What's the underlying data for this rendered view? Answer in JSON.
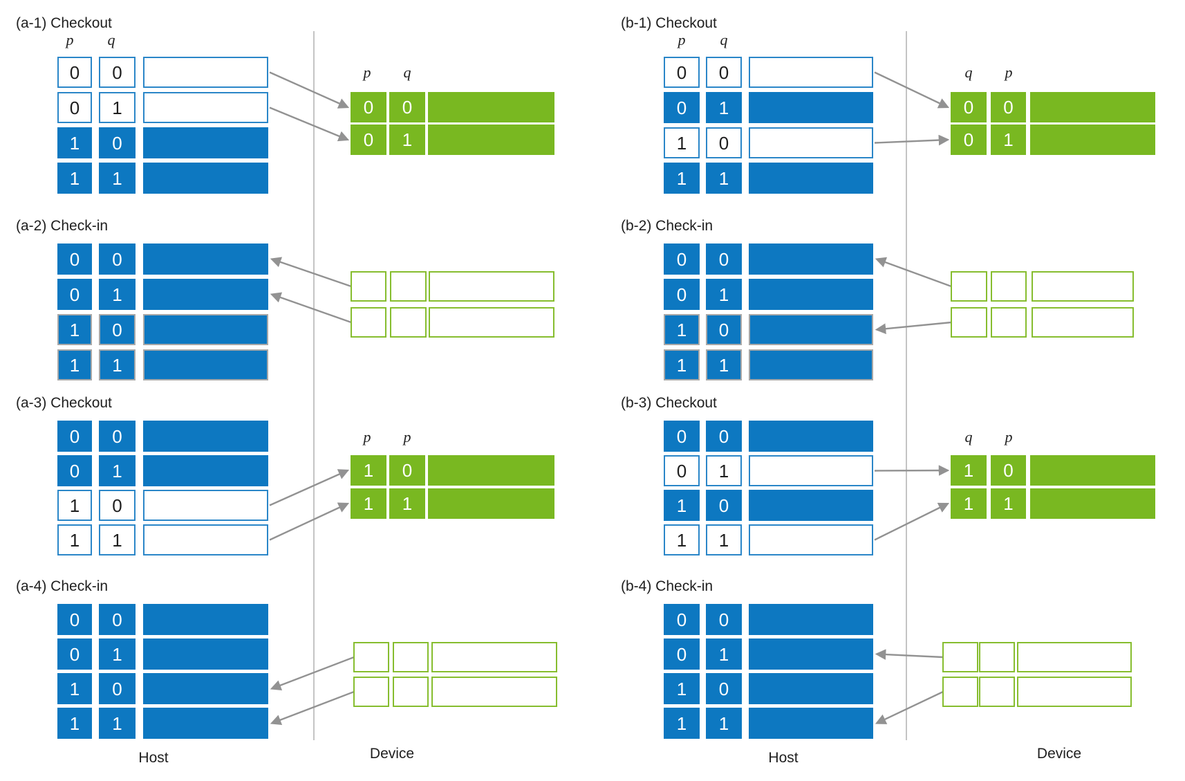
{
  "figure": {
    "bottom_labels": {
      "host_a": "Host",
      "device_a": "Device",
      "host_b": "Host",
      "device_b": "Device"
    },
    "colors": {
      "host_resident_blue": "#0d78c1",
      "checked_out_border_blue": "#2a86c8",
      "device_green": "#79b821",
      "device_empty_outline_green": "#86bd2e",
      "stale_gray_border": "#a8a8a8",
      "arrow_gray": "#929292",
      "divider_gray": "#ababab",
      "text": "#1f1f1f"
    },
    "panels": [
      {
        "id": "a-1",
        "column": "a",
        "slot": 1,
        "title": "(a-1) Checkout",
        "host": {
          "headers": [
            "p",
            "q"
          ],
          "rows": [
            {
              "bits": [
                "0",
                "0"
              ],
              "state": "checked-out"
            },
            {
              "bits": [
                "0",
                "1"
              ],
              "state": "checked-out"
            },
            {
              "bits": [
                "1",
                "0"
              ],
              "state": "resident"
            },
            {
              "bits": [
                "1",
                "1"
              ],
              "state": "resident"
            }
          ]
        },
        "device": {
          "kind": "filled",
          "headers": [
            "p",
            "q"
          ],
          "rows": [
            [
              "0",
              "0"
            ],
            [
              "0",
              "1"
            ]
          ]
        },
        "arrows": {
          "direction": "to-device",
          "pairs": [
            [
              0,
              0
            ],
            [
              1,
              1
            ]
          ]
        }
      },
      {
        "id": "a-2",
        "column": "a",
        "slot": 2,
        "title": "(a-2) Check-in",
        "host": {
          "headers": [],
          "rows": [
            {
              "bits": [
                "0",
                "0"
              ],
              "state": "resident"
            },
            {
              "bits": [
                "0",
                "1"
              ],
              "state": "resident"
            },
            {
              "bits": [
                "1",
                "0"
              ],
              "state": "resident-gray"
            },
            {
              "bits": [
                "1",
                "1"
              ],
              "state": "resident-gray"
            }
          ]
        },
        "device": {
          "kind": "empty",
          "rows": 2
        },
        "arrows": {
          "direction": "to-host",
          "pairs": [
            [
              0,
              0
            ],
            [
              1,
              1
            ]
          ]
        }
      },
      {
        "id": "a-3",
        "column": "a",
        "slot": 3,
        "title": "(a-3) Checkout",
        "host": {
          "headers": [],
          "rows": [
            {
              "bits": [
                "0",
                "0"
              ],
              "state": "resident"
            },
            {
              "bits": [
                "0",
                "1"
              ],
              "state": "resident"
            },
            {
              "bits": [
                "1",
                "0"
              ],
              "state": "checked-out"
            },
            {
              "bits": [
                "1",
                "1"
              ],
              "state": "checked-out"
            }
          ]
        },
        "device": {
          "kind": "filled",
          "headers": [
            "p",
            "p"
          ],
          "rows": [
            [
              "1",
              "0"
            ],
            [
              "1",
              "1"
            ]
          ]
        },
        "arrows": {
          "direction": "to-device",
          "pairs": [
            [
              2,
              0
            ],
            [
              3,
              1
            ]
          ]
        }
      },
      {
        "id": "a-4",
        "column": "a",
        "slot": 4,
        "title": "(a-4) Check-in",
        "host": {
          "headers": [],
          "rows": [
            {
              "bits": [
                "0",
                "0"
              ],
              "state": "resident"
            },
            {
              "bits": [
                "0",
                "1"
              ],
              "state": "resident"
            },
            {
              "bits": [
                "1",
                "0"
              ],
              "state": "resident"
            },
            {
              "bits": [
                "1",
                "1"
              ],
              "state": "resident"
            }
          ]
        },
        "device": {
          "kind": "empty",
          "rows": 2
        },
        "arrows": {
          "direction": "to-host",
          "pairs": [
            [
              2,
              0
            ],
            [
              3,
              1
            ]
          ]
        }
      },
      {
        "id": "b-1",
        "column": "b",
        "slot": 1,
        "title": "(b-1) Checkout",
        "host": {
          "headers": [
            "p",
            "q"
          ],
          "rows": [
            {
              "bits": [
                "0",
                "0"
              ],
              "state": "checked-out"
            },
            {
              "bits": [
                "0",
                "1"
              ],
              "state": "resident"
            },
            {
              "bits": [
                "1",
                "0"
              ],
              "state": "checked-out"
            },
            {
              "bits": [
                "1",
                "1"
              ],
              "state": "resident"
            }
          ]
        },
        "device": {
          "kind": "filled",
          "headers": [
            "q",
            "p"
          ],
          "rows": [
            [
              "0",
              "0"
            ],
            [
              "0",
              "1"
            ]
          ]
        },
        "arrows": {
          "direction": "to-device",
          "pairs": [
            [
              0,
              0
            ],
            [
              2,
              1
            ]
          ]
        }
      },
      {
        "id": "b-2",
        "column": "b",
        "slot": 2,
        "title": "(b-2) Check-in",
        "host": {
          "headers": [],
          "rows": [
            {
              "bits": [
                "0",
                "0"
              ],
              "state": "resident"
            },
            {
              "bits": [
                "0",
                "1"
              ],
              "state": "resident"
            },
            {
              "bits": [
                "1",
                "0"
              ],
              "state": "resident-gray"
            },
            {
              "bits": [
                "1",
                "1"
              ],
              "state": "resident-gray"
            }
          ]
        },
        "device": {
          "kind": "empty",
          "rows": 2
        },
        "arrows": {
          "direction": "to-host",
          "pairs": [
            [
              0,
              0
            ],
            [
              2,
              1
            ]
          ]
        }
      },
      {
        "id": "b-3",
        "column": "b",
        "slot": 3,
        "title": "(b-3) Checkout",
        "host": {
          "headers": [],
          "rows": [
            {
              "bits": [
                "0",
                "0"
              ],
              "state": "resident"
            },
            {
              "bits": [
                "0",
                "1"
              ],
              "state": "checked-out"
            },
            {
              "bits": [
                "1",
                "0"
              ],
              "state": "resident"
            },
            {
              "bits": [
                "1",
                "1"
              ],
              "state": "checked-out"
            }
          ]
        },
        "device": {
          "kind": "filled",
          "headers": [
            "q",
            "p"
          ],
          "rows": [
            [
              "1",
              "0"
            ],
            [
              "1",
              "1"
            ]
          ]
        },
        "arrows": {
          "direction": "to-device",
          "pairs": [
            [
              1,
              0
            ],
            [
              3,
              1
            ]
          ]
        }
      },
      {
        "id": "b-4",
        "column": "b",
        "slot": 4,
        "title": "(b-4) Check-in",
        "host": {
          "headers": [],
          "rows": [
            {
              "bits": [
                "0",
                "0"
              ],
              "state": "resident"
            },
            {
              "bits": [
                "0",
                "1"
              ],
              "state": "resident"
            },
            {
              "bits": [
                "1",
                "0"
              ],
              "state": "resident"
            },
            {
              "bits": [
                "1",
                "1"
              ],
              "state": "resident"
            }
          ]
        },
        "device": {
          "kind": "empty",
          "rows": 2
        },
        "arrows": {
          "direction": "to-host",
          "pairs": [
            [
              1,
              0
            ],
            [
              3,
              1
            ]
          ]
        }
      }
    ]
  }
}
